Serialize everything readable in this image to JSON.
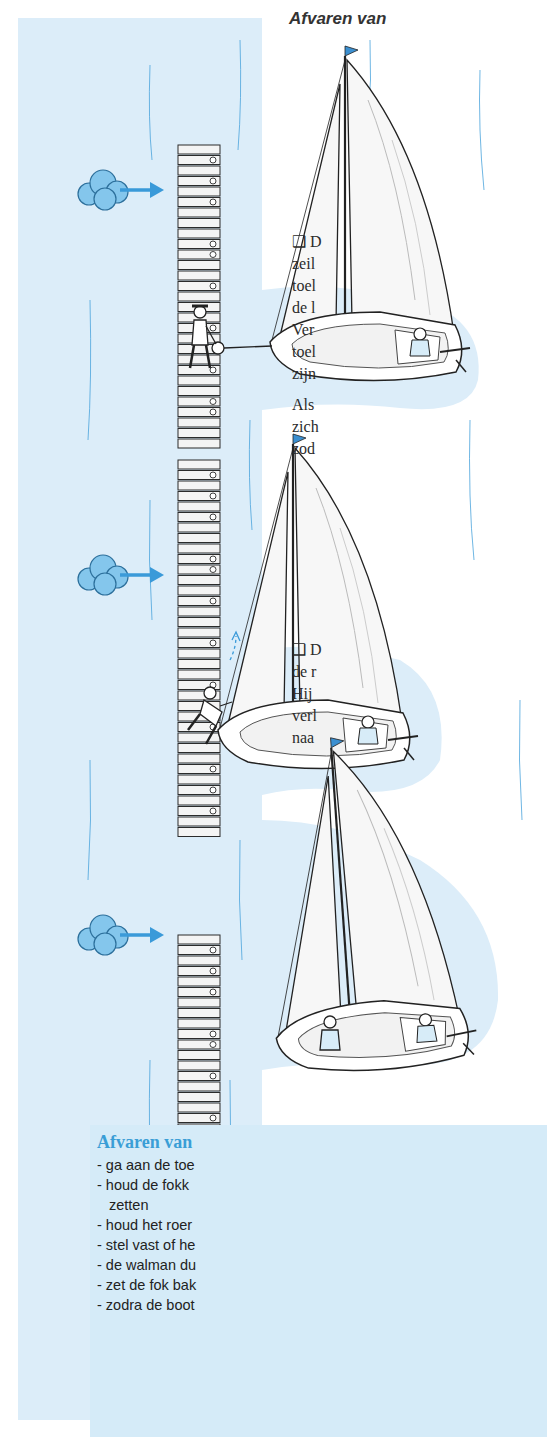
{
  "diagram": {
    "title": "Afvaren van",
    "nodes": [
      {
        "text": [
          "Afvaren van",
          "- ga aan de toe",
          "- houd de fokk",
          "zetten",
          "- houd het roer",
          "- stel vast of he",
          "- de walman du",
          "- zet de fok bak",
          "- zodra de boot"
        ]
      }
    ],
    "labels": [
      "❑ D",
      "zeil",
      "toel",
      "de l",
      "Ver",
      "toel",
      "zijn",
      "Als",
      "zich",
      "zod",
      "❑ D",
      "de r",
      "Hij",
      "verl",
      "naa"
    ]
  }
}
